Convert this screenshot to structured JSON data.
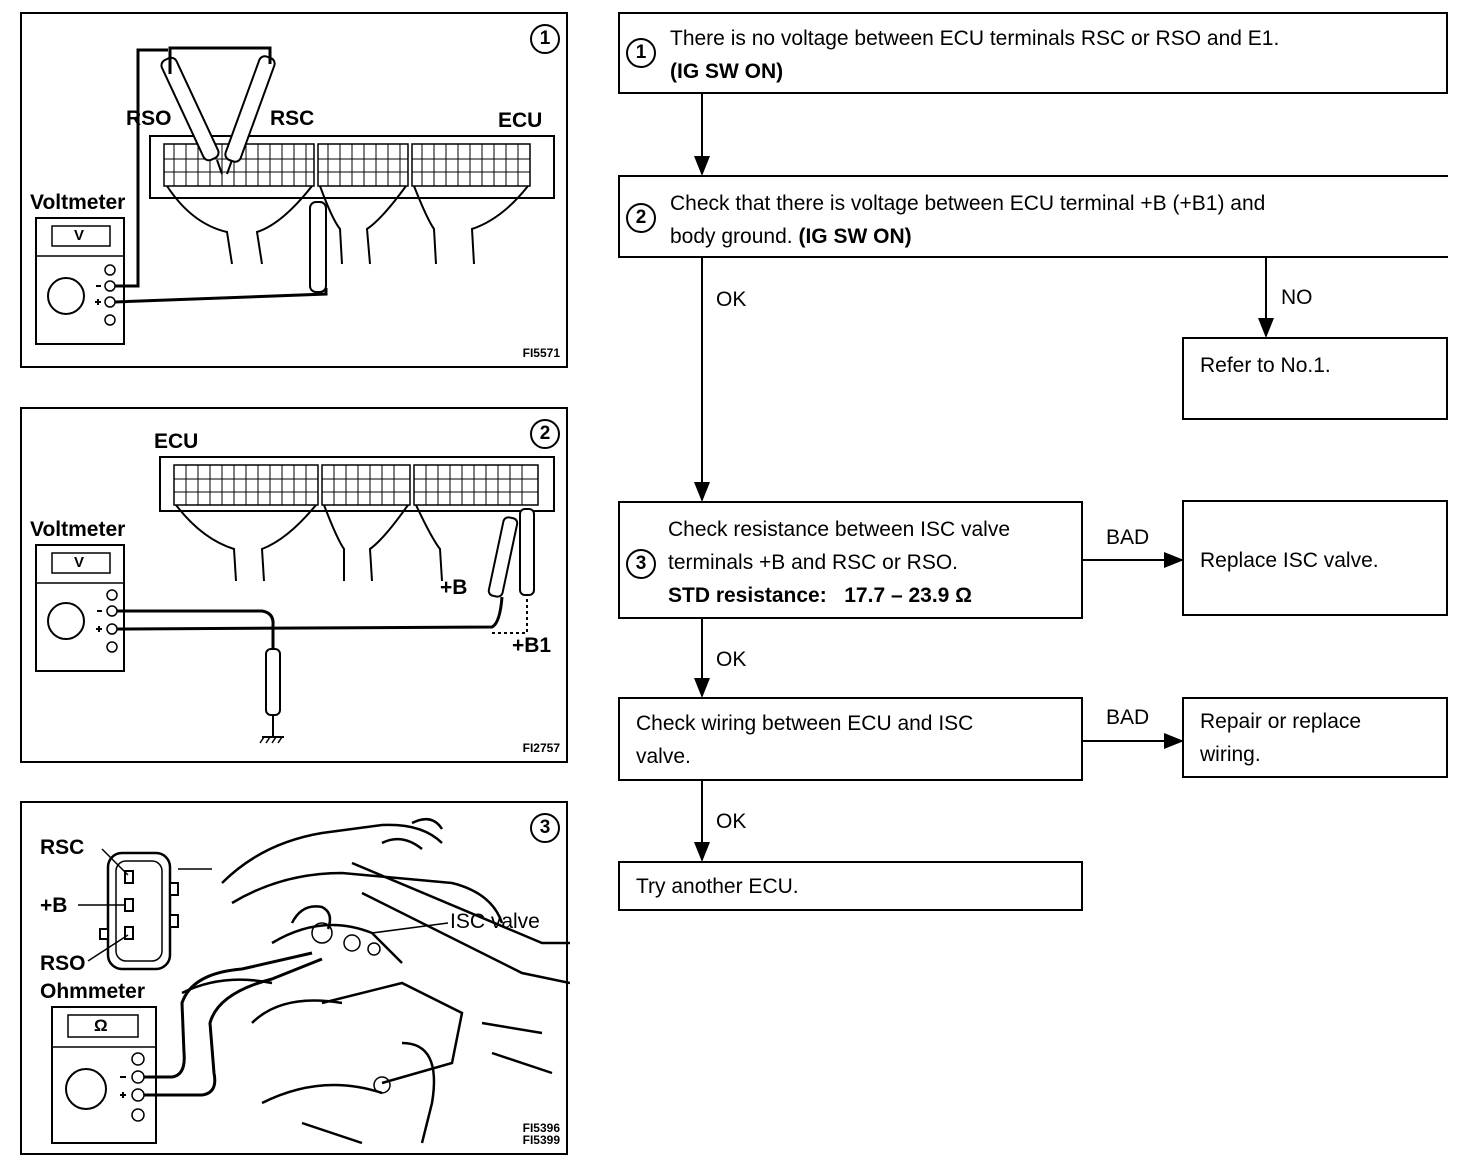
{
  "panels": [
    {
      "number": "1",
      "labels": {
        "rso": "RSO",
        "rsc": "RSC",
        "ecu": "ECU",
        "meter": "Voltmeter",
        "meter_unit": "V"
      },
      "codes": [
        "FI5571"
      ]
    },
    {
      "number": "2",
      "labels": {
        "ecu": "ECU",
        "meter": "Voltmeter",
        "meter_unit": "V",
        "plus_b": "+B",
        "plus_b1": "+B1"
      },
      "codes": [
        "FI2757"
      ]
    },
    {
      "number": "3",
      "labels": {
        "rsc": "RSC",
        "plus_b": "+B",
        "rso": "RSO",
        "meter": "Ohmmeter",
        "meter_unit": "Ω",
        "isc_valve": "ISC valve"
      },
      "codes": [
        "FI5396",
        "FI5399"
      ]
    }
  ],
  "flow": {
    "step1": {
      "number": "1",
      "text": "There is no voltage between ECU terminals RSC or RSO and E1.",
      "cond": "(IG SW ON)"
    },
    "step2": {
      "number": "2",
      "line1": "Check that there is voltage between ECU terminal +B (+B1) and",
      "line2": "body ground.",
      "cond": "(IG SW ON)"
    },
    "step2_ok": "OK",
    "step2_no": "NO",
    "refer": "Refer to No.1.",
    "step3": {
      "number": "3",
      "line1": "Check resistance between ISC valve",
      "line2": "terminals +B and RSC or RSO.",
      "std_label": "STD resistance:",
      "std_value": "17.7 – 23.9 Ω"
    },
    "step3_bad": "BAD",
    "replace": "Replace ISC valve.",
    "step3_ok": "OK",
    "wiring": {
      "line1": "Check wiring between ECU and ISC",
      "line2": "valve."
    },
    "wiring_bad": "BAD",
    "repair": {
      "line1": "Repair or replace",
      "line2": "wiring."
    },
    "wiring_ok": "OK",
    "try": "Try another ECU."
  }
}
